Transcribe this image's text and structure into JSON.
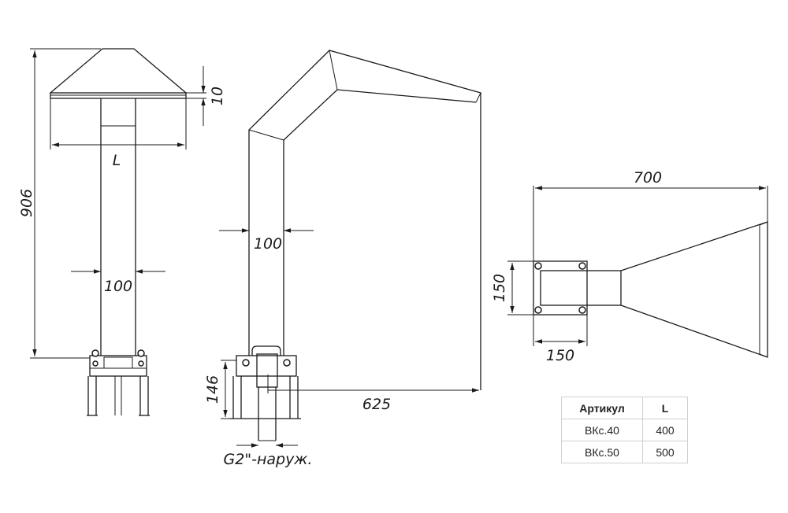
{
  "dimensions": {
    "total_height": "906",
    "hood_thickness": "10",
    "hood_width": "L",
    "pipe_width_front": "100",
    "pipe_width_side": "100",
    "base_height": "146",
    "reach": "625",
    "connection": "G2\"-наруж.",
    "top_length": "700",
    "flange_height": "150",
    "flange_width": "150"
  },
  "table": {
    "headers": [
      "Артикул",
      "L"
    ],
    "rows": [
      {
        "article": "ВКс.40",
        "L": "400"
      },
      {
        "article": "ВКс.50",
        "L": "500"
      }
    ]
  }
}
